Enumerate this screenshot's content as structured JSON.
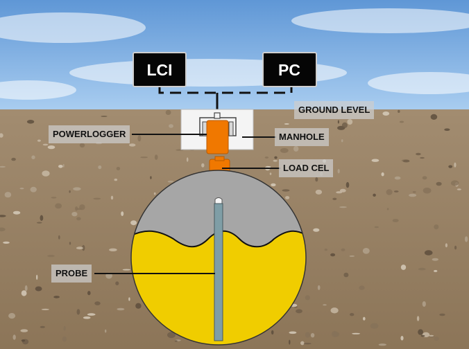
{
  "devices": {
    "lci": "LCI",
    "pc": "PC"
  },
  "labels": {
    "ground_level": "GROUND LEVEL",
    "powerlogger": "POWERLOGGER",
    "manhole": "MANHOLE",
    "load_cell": "LOAD CEL",
    "probe": "PROBE"
  },
  "colors": {
    "sky": "#7fb0e2",
    "soil": "#9a8469",
    "tank_gray": "#a6a6a6",
    "liquid": "#f0cd00",
    "powerlogger": "#f07800",
    "probe": "#7f9ea6",
    "device_box": "#050505"
  }
}
